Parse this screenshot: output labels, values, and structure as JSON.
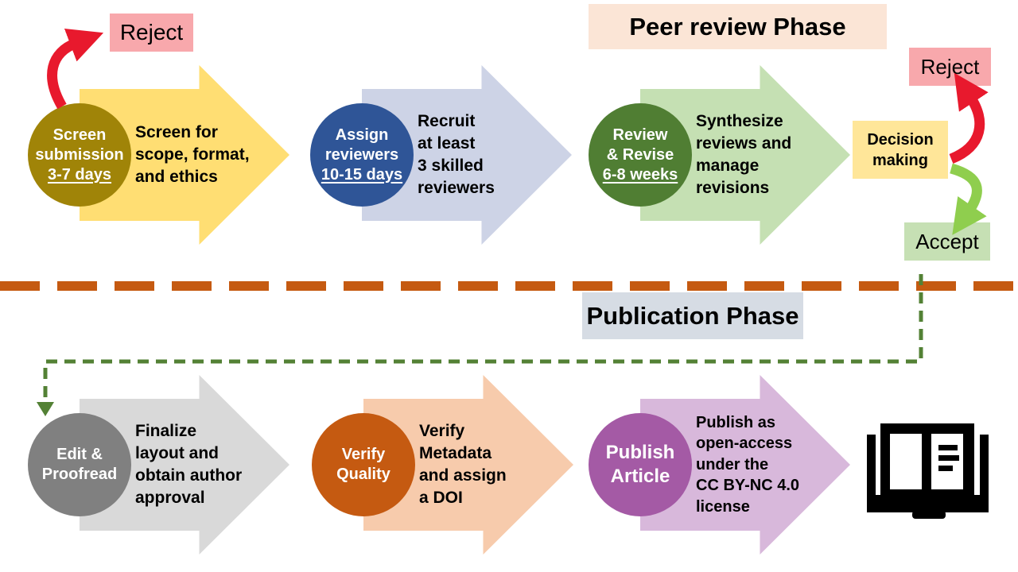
{
  "colors": {
    "red_arrow": "#E8192D",
    "accept_arrow": "#8FCE4E",
    "orange_divider": "#C55A11",
    "green_connector": "#538135",
    "peer_header_bg": "#FBE5D6",
    "publication_header_bg": "#D6DCE4",
    "reject_bg": "#F8A8AC",
    "accept_bg": "#C6E0B4",
    "decision_bg": "#FFE699",
    "book_icon": "#000000"
  },
  "headers": {
    "peer": "Peer review Phase",
    "publication": "Publication Phase"
  },
  "outcomes": {
    "reject_top": "Reject",
    "reject_right": "Reject",
    "accept": "Accept",
    "decision": "Decision\nmaking"
  },
  "peer_steps": [
    {
      "name": "Screen\nsubmission",
      "duration": "3-7 days",
      "arrow_text": "Screen for\nscope, format,\nand ethics",
      "circle_color": "#A08408",
      "arrow_color": "#FFDE73"
    },
    {
      "name": "Assign\nreviewers",
      "duration": "10-15 days",
      "arrow_text": "Recruit\nat least\n3 skilled\nreviewers",
      "circle_color": "#2F5597",
      "arrow_color": "#CDD3E6"
    },
    {
      "name": "Review\n& Revise",
      "duration": "6-8 weeks",
      "arrow_text": "Synthesize\nreviews and\nmanage\nrevisions",
      "circle_color": "#507E33",
      "arrow_color": "#C5E0B3"
    }
  ],
  "publication_steps": [
    {
      "name": "Edit &\nProofread",
      "arrow_text": "Finalize\nlayout and\nobtain author\napproval",
      "circle_color": "#808080",
      "arrow_color": "#D9D9D9"
    },
    {
      "name": "Verify\nQuality",
      "arrow_text": "Verify\nMetadata\nand assign\na DOI",
      "circle_color": "#C55A11",
      "arrow_color": "#F7CBAC"
    },
    {
      "name": "Publish\nArticle",
      "arrow_text": "Publish as\nopen-access\nunder the\nCC BY-NC 4.0\nlicense",
      "circle_color": "#A45AA5",
      "arrow_color": "#D8B8DB"
    }
  ],
  "icons": {
    "book": "open-book-icon"
  }
}
